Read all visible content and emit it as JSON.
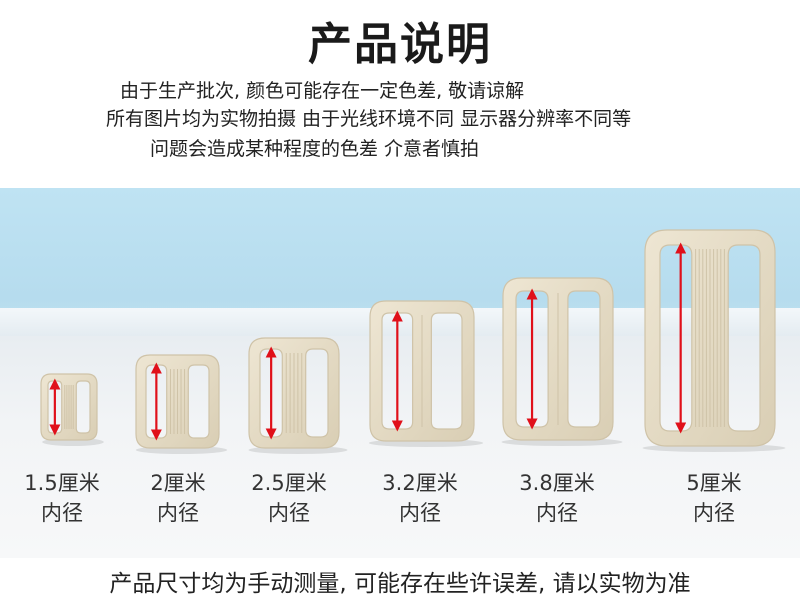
{
  "title": "产品说明",
  "notice": [
    "由于生产批次, 颜色可能存在一定色差, 敬请谅解",
    "所有图片均为实物拍摄 由于光线环境不同 显示器分辨率不同等",
    "问题会造成某种程度的色差 介意者慎拍"
  ],
  "sizes": [
    {
      "size": "1.5厘米",
      "label": "内径"
    },
    {
      "size": "2厘米",
      "label": "内径"
    },
    {
      "size": "2.5厘米",
      "label": "内径"
    },
    {
      "size": "3.2厘米",
      "label": "内径"
    },
    {
      "size": "3.8厘米",
      "label": "内径"
    },
    {
      "size": "5厘米",
      "label": "内径"
    }
  ],
  "footer": "产品尺寸均为手动测量, 可能存在些许误差, 请以实物为准",
  "colors": {
    "buckle": "#e6dcc6",
    "buckle_shade": "#cfc3a8",
    "arrow": "#e0101a"
  }
}
